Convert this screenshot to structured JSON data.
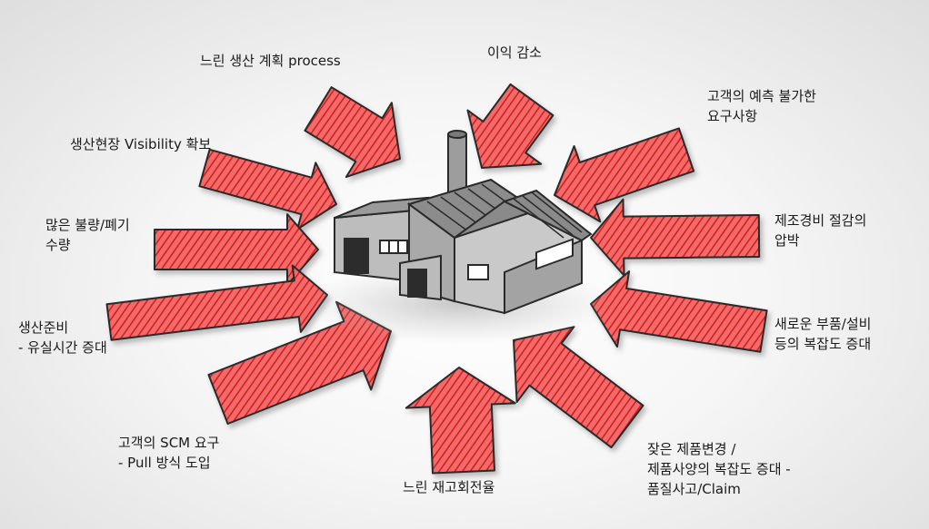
{
  "labels": {
    "slow_planning": [
      "느린 생산 계획 process"
    ],
    "profit_decrease": [
      "이익 감소"
    ],
    "unpredictable_demand": [
      "고객의 예측 불가한",
      "요구사항"
    ],
    "visibility": [
      "생산현장 Visibility 확보"
    ],
    "cost_reduction": [
      "제조경비 절감의",
      "압박"
    ],
    "defects": [
      "많은 불량/폐기",
      "수량"
    ],
    "new_parts": [
      "새로운 부품/설비",
      "등의 복잡도 증대"
    ],
    "setup_time": [
      "생산준비",
      "- 유실시간 증대"
    ],
    "scm": [
      "고객의 SCM 요구",
      "- Pull 방식 도입"
    ],
    "inventory": [
      "느린 재고회전율"
    ],
    "product_changes": [
      "잦은 제품변경 /",
      "제품사양의 복잡도 증대 -",
      "품질사고/Claim"
    ]
  },
  "colors": {
    "arrow_fill": "#f05a5a",
    "arrow_hatch": "#d61f1f",
    "outline": "#2a2a2a",
    "building_wall": "#b5b5b5",
    "building_roof": "#8e8e8e"
  },
  "icons": {
    "center": "factory-icon",
    "arrows": "arrow-icon"
  }
}
